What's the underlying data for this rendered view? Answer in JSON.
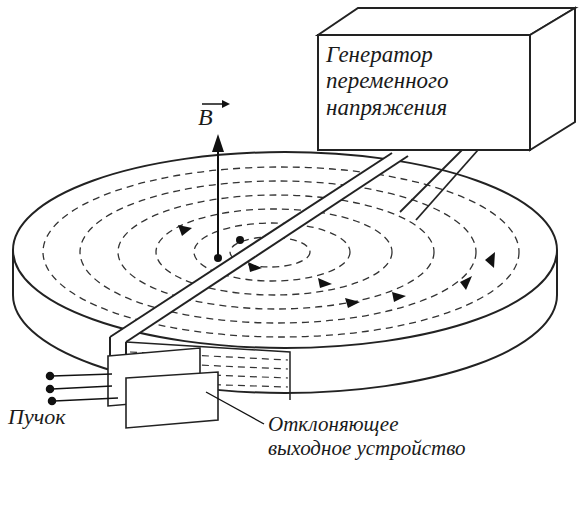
{
  "diagram": {
    "nodes": [
      {
        "text": [
          "Генератор переменного напряжения"
        ]
      }
    ],
    "labels": [
      "B",
      "Пучок",
      "Отклоняющее выходное устройство"
    ]
  }
}
